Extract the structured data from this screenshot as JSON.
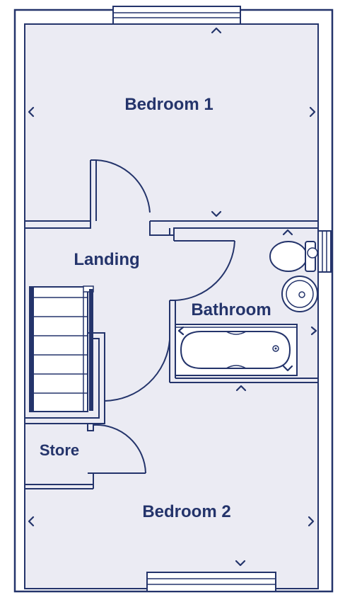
{
  "floorplan": {
    "rooms": {
      "bedroom1": "Bedroom 1",
      "landing": "Landing",
      "bathroom": "Bathroom",
      "store": "Store",
      "bedroom2": "Bedroom 2"
    },
    "colors": {
      "line": "#24346b",
      "floor": "#ebebf3",
      "background": "#ffffff"
    }
  }
}
